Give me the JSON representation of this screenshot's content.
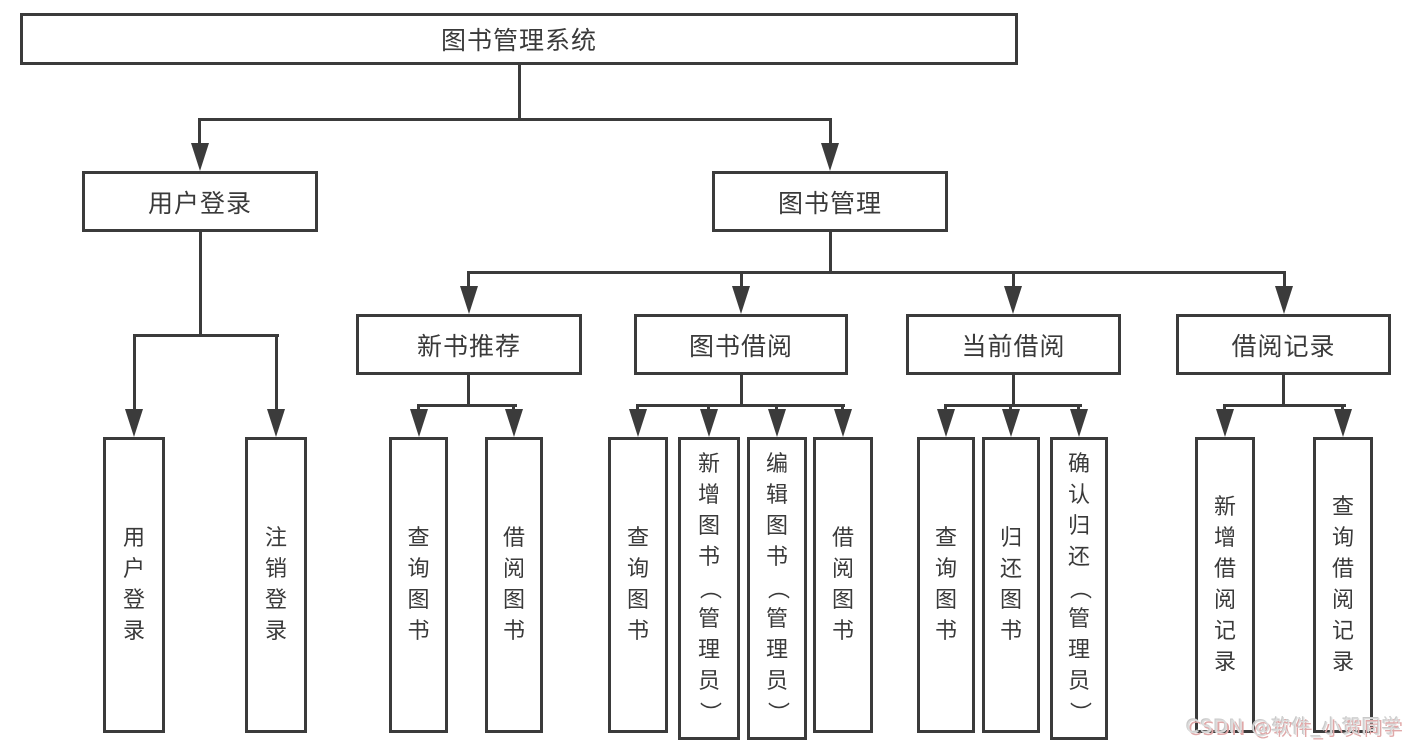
{
  "diagram": {
    "title": "图书管理系统",
    "nodes": {
      "root": "图书管理系统",
      "user_login": "用户登录",
      "book_mgmt": "图书管理",
      "new_book_rec": "新书推荐",
      "book_borrow": "图书借阅",
      "current_borrow": "当前借阅",
      "borrow_records": "借阅记录",
      "leaf_user_login": "用户登录",
      "leaf_logout": "注销登录",
      "rec_query_books": "查询图书",
      "rec_borrow_books": "借阅图书",
      "bb_query_books": "查询图书",
      "bb_add_books": "新增图书（管理员）",
      "bb_edit_books": "编辑图书（管理员）",
      "bb_borrow_books": "借阅图书",
      "cb_query_books": "查询图书",
      "cb_return_books": "归还图书",
      "cb_confirm_return": "确认归还（管理员）",
      "br_add_record": "新增借阅记录",
      "br_query_record": "查询借阅记录"
    },
    "colors": {
      "line": "#3b3b3b",
      "text": "#3a3a3a",
      "background": "#ffffff"
    }
  },
  "watermark": {
    "text": "CSDN @软件_小贺同学"
  }
}
